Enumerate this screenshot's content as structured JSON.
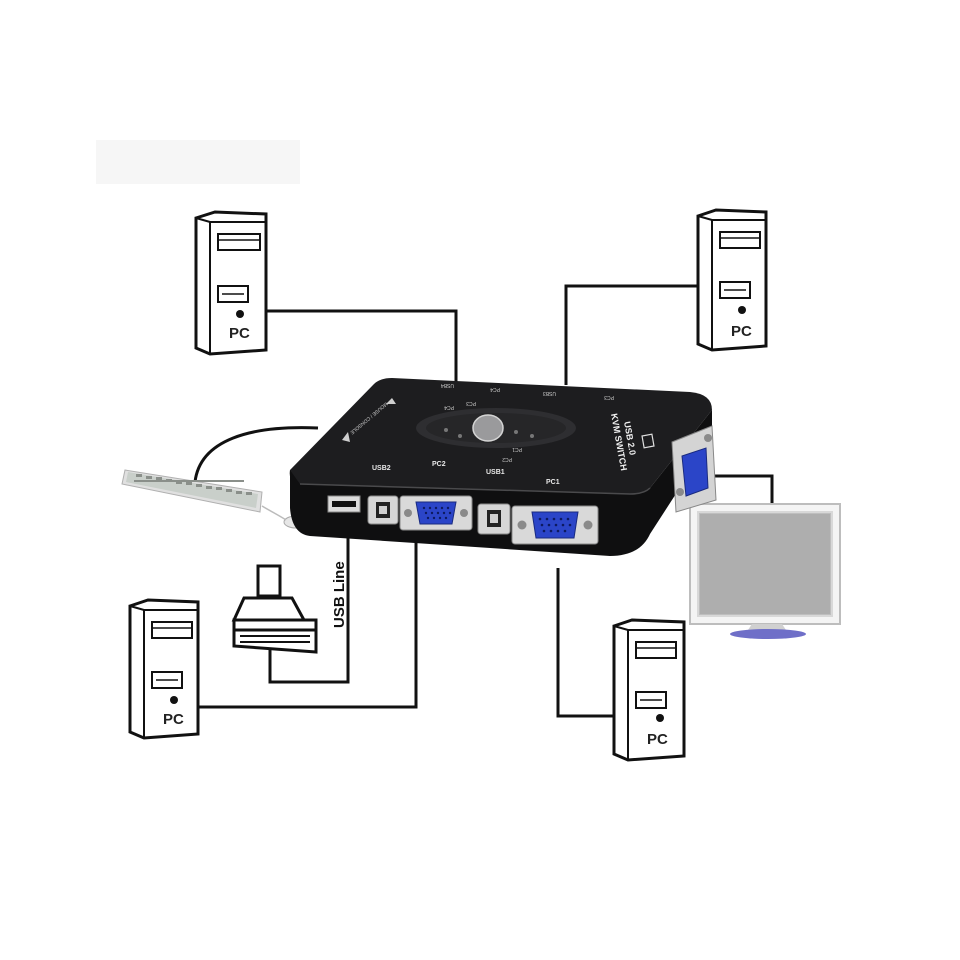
{
  "computers": {
    "top_left": {
      "label": "PC"
    },
    "top_right": {
      "label": "PC"
    },
    "bottom_left": {
      "label": "PC"
    },
    "bottom_right": {
      "label": "PC"
    }
  },
  "switch": {
    "title_line1": "USB 2.0",
    "title_line2": "KVM SWITCH",
    "front_labels": [
      "USB2",
      "PC2",
      "USB1",
      "PC1"
    ],
    "rear_labels": [
      "USB4",
      "PC4",
      "USB3",
      "PC3"
    ],
    "button_labels": [
      "PC4",
      "PC3",
      "PC2",
      "PC1"
    ],
    "console_label": "MOUSE / CONSOLE"
  },
  "cable": {
    "label": "USB Line"
  }
}
